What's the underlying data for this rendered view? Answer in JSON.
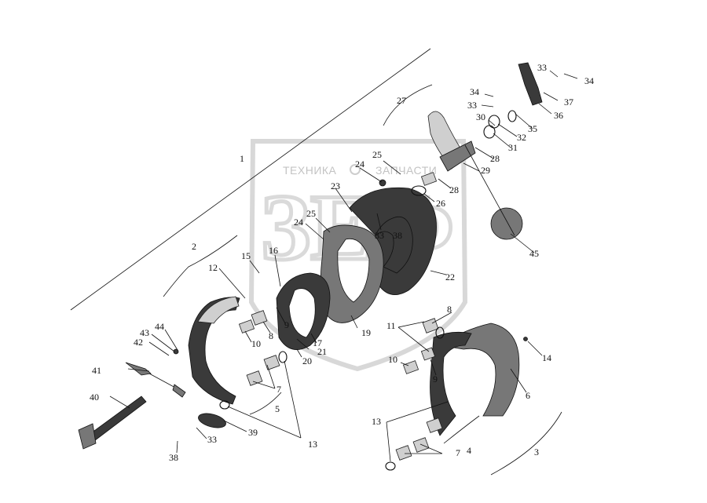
{
  "watermark": {
    "brand_left": "ТЕХНИКА",
    "brand_right": "ЗАПЧАСТИ",
    "logo_letters": "ЗЕФ"
  },
  "callouts": [
    {
      "id": "c1",
      "text": "1"
    },
    {
      "id": "c2",
      "text": "2"
    },
    {
      "id": "c3",
      "text": "3"
    },
    {
      "id": "c4",
      "text": "4"
    },
    {
      "id": "c5",
      "text": "5"
    },
    {
      "id": "c6",
      "text": "6"
    },
    {
      "id": "c7a",
      "text": "7"
    },
    {
      "id": "c7b",
      "text": "7"
    },
    {
      "id": "c8a",
      "text": "8"
    },
    {
      "id": "c8b",
      "text": "8"
    },
    {
      "id": "c9a",
      "text": "9"
    },
    {
      "id": "c9b",
      "text": "9"
    },
    {
      "id": "c10a",
      "text": "10"
    },
    {
      "id": "c10b",
      "text": "10"
    },
    {
      "id": "c11",
      "text": "11"
    },
    {
      "id": "c12",
      "text": "12"
    },
    {
      "id": "c13a",
      "text": "13"
    },
    {
      "id": "c13b",
      "text": "13"
    },
    {
      "id": "c14",
      "text": "14"
    },
    {
      "id": "c15",
      "text": "15"
    },
    {
      "id": "c16",
      "text": "16"
    },
    {
      "id": "c17",
      "text": "17"
    },
    {
      "id": "c19",
      "text": "19"
    },
    {
      "id": "c20",
      "text": "20"
    },
    {
      "id": "c21",
      "text": "21"
    },
    {
      "id": "c22",
      "text": "22"
    },
    {
      "id": "c23",
      "text": "23"
    },
    {
      "id": "c24a",
      "text": "24"
    },
    {
      "id": "c24b",
      "text": "24"
    },
    {
      "id": "c25a",
      "text": "25"
    },
    {
      "id": "c25b",
      "text": "25"
    },
    {
      "id": "c26",
      "text": "26"
    },
    {
      "id": "c27",
      "text": "27"
    },
    {
      "id": "c28a",
      "text": "28"
    },
    {
      "id": "c28b",
      "text": "28"
    },
    {
      "id": "c29",
      "text": "29"
    },
    {
      "id": "c30",
      "text": "30"
    },
    {
      "id": "c31",
      "text": "31"
    },
    {
      "id": "c32",
      "text": "32"
    },
    {
      "id": "c33a",
      "text": "33"
    },
    {
      "id": "c33b",
      "text": "33"
    },
    {
      "id": "c33c",
      "text": "33"
    },
    {
      "id": "c33d",
      "text": "33"
    },
    {
      "id": "c34a",
      "text": "34"
    },
    {
      "id": "c34b",
      "text": "34"
    },
    {
      "id": "c35",
      "text": "35"
    },
    {
      "id": "c36",
      "text": "36"
    },
    {
      "id": "c37",
      "text": "37"
    },
    {
      "id": "c38a",
      "text": "38"
    },
    {
      "id": "c38b",
      "text": "38"
    },
    {
      "id": "c39",
      "text": "39"
    },
    {
      "id": "c40",
      "text": "40"
    },
    {
      "id": "c41",
      "text": "41"
    },
    {
      "id": "c42",
      "text": "42"
    },
    {
      "id": "c43",
      "text": "43"
    },
    {
      "id": "c44",
      "text": "44"
    },
    {
      "id": "c45",
      "text": "45"
    }
  ]
}
